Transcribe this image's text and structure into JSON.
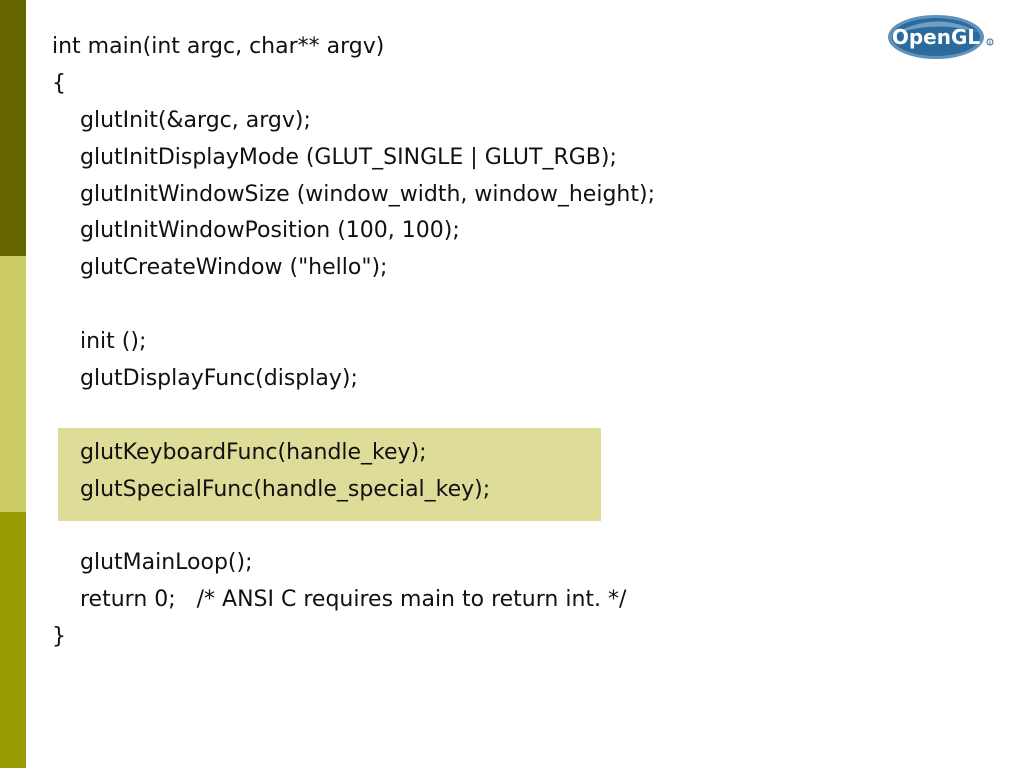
{
  "code": {
    "lines": [
      "int main(int argc, char** argv)",
      "{",
      "glutInit(&argc, argv);",
      "glutInitDisplayMode (GLUT_SINGLE | GLUT_RGB);",
      "glutInitWindowSize (window_width, window_height);",
      "glutInitWindowPosition (100, 100);",
      "glutCreateWindow (\"hello\");",
      "",
      "init ();",
      "glutDisplayFunc(display);",
      "",
      "glutKeyboardFunc(handle_key);",
      "glutSpecialFunc(handle_special_key);",
      "",
      "glutMainLoop();",
      "return 0;   /* ANSI C requires main to return int. */",
      "}"
    ]
  },
  "logo": {
    "text": "OpenGL",
    "icon": "opengl-logo"
  },
  "colors": {
    "sidebar_top": "#666600",
    "sidebar_middle": "#cccc66",
    "sidebar_bottom": "#999900",
    "highlight": "#dddd99",
    "logo_blue": "#2b6a9a"
  }
}
